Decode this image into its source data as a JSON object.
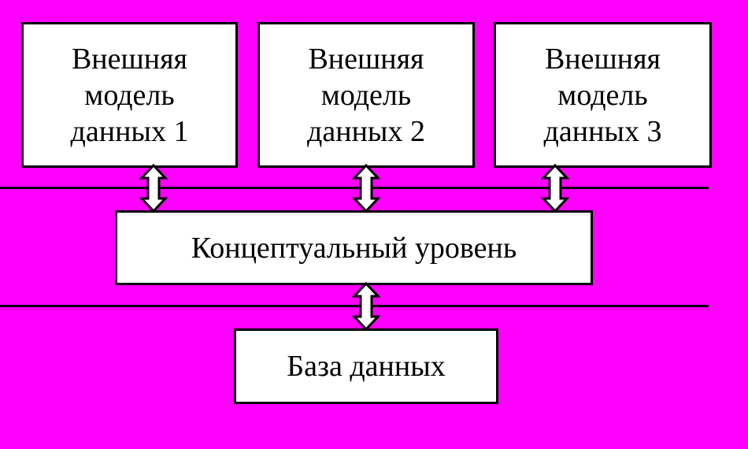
{
  "external_models": [
    {
      "label": "Внешняя\nмодель\nданных 1"
    },
    {
      "label": "Внешняя\nмодель\nданных 2"
    },
    {
      "label": "Внешняя\nмодель\nданных 3"
    }
  ],
  "conceptual_level": {
    "label": "Концептуальный уровень"
  },
  "database": {
    "label": "База данных"
  },
  "colors": {
    "background": "#ff00ff",
    "box_fill": "#ffffff",
    "stroke": "#000000"
  }
}
